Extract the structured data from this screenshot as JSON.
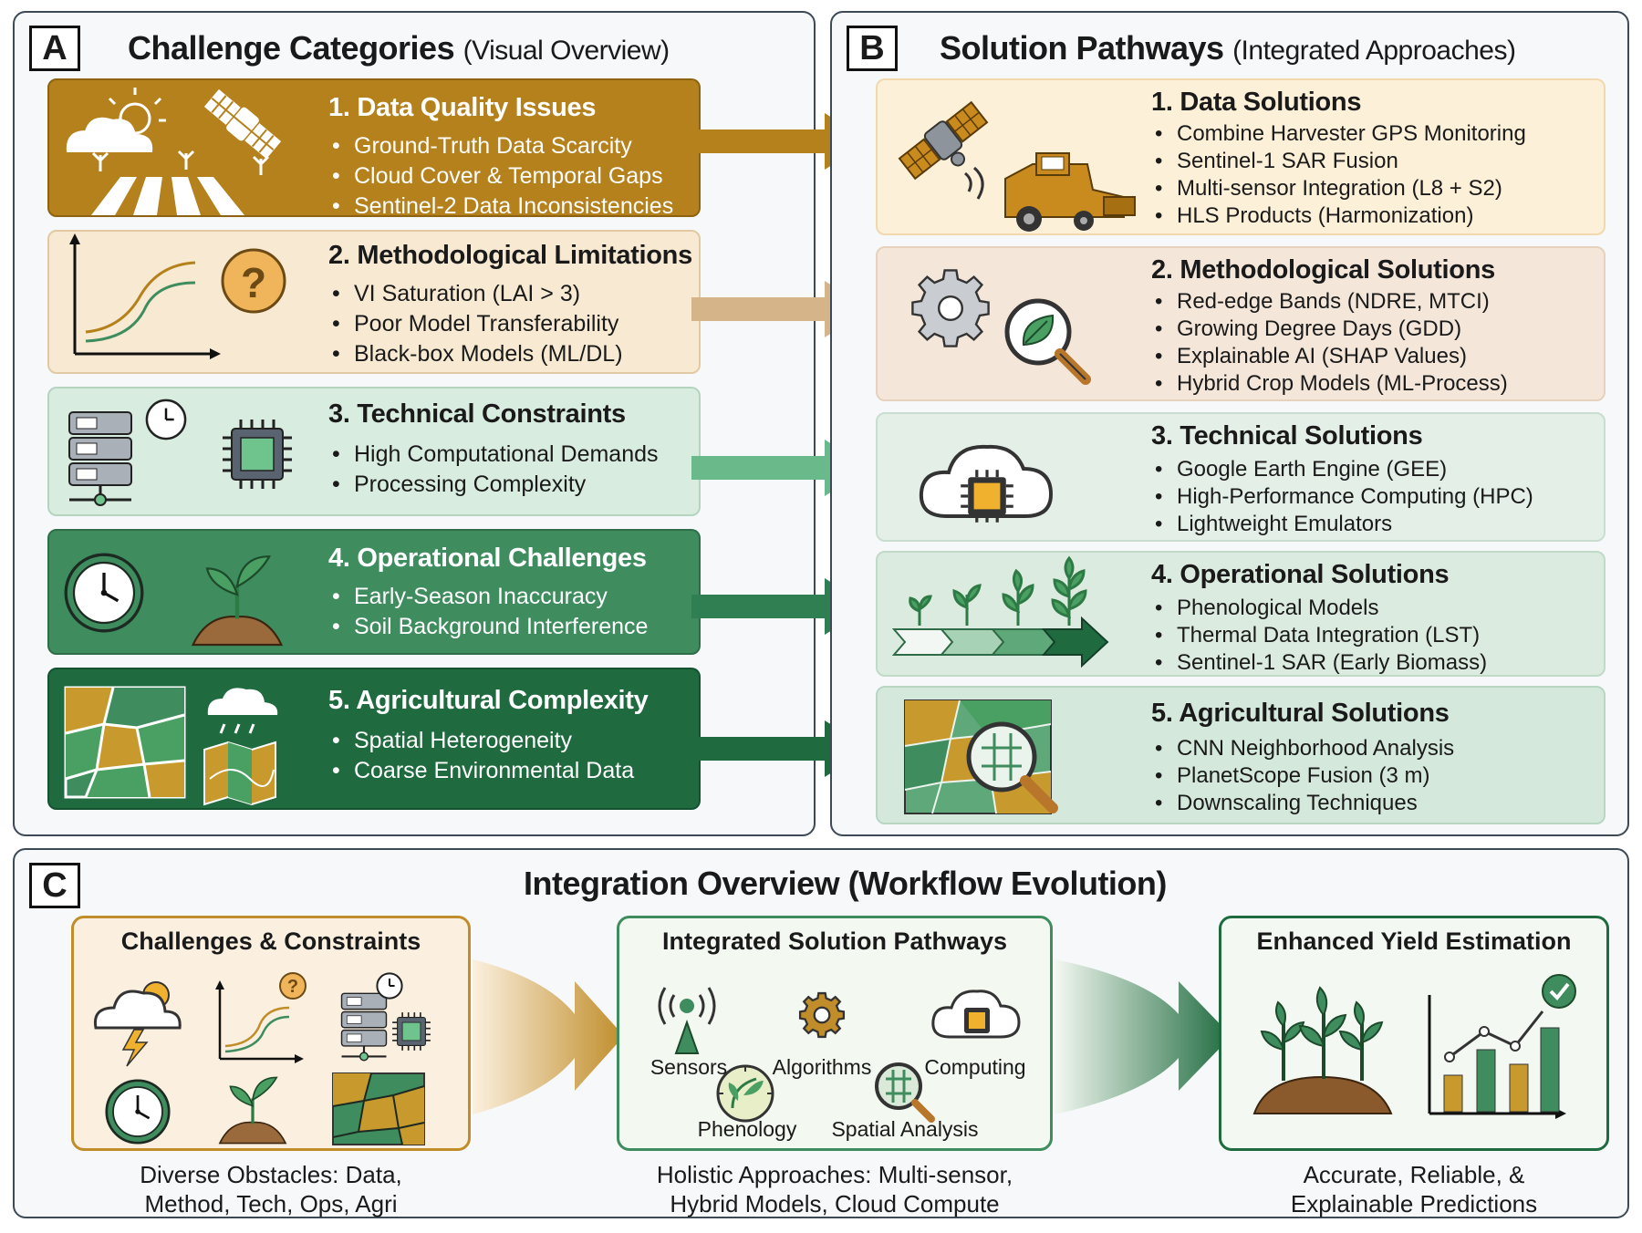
{
  "panel_a": {
    "letter": "A",
    "title": "Challenge Categories",
    "subtitle": "(Visual Overview)",
    "cards": [
      {
        "title": "1. Data Quality Issues",
        "items": [
          "Ground-Truth Data Scarcity",
          "Cloud Cover & Temporal Gaps",
          "Sentinel-2 Data Inconsistencies"
        ],
        "icons": [
          "cloud-sun-icon",
          "satellite-icon",
          "crop-field-icon"
        ]
      },
      {
        "title": "2. Methodological Limitations",
        "items": [
          "VI Saturation (LAI > 3)",
          "Poor Model Transferability",
          "Black-box Models (ML/DL)"
        ],
        "icons": [
          "curve-graph-icon",
          "question-icon"
        ]
      },
      {
        "title": "3. Technical Constraints",
        "items": [
          "High Computational Demands",
          "Processing Complexity"
        ],
        "icons": [
          "server-icon",
          "clock-icon",
          "chip-icon"
        ]
      },
      {
        "title": "4. Operational Challenges",
        "items": [
          "Early-Season Inaccuracy",
          "Soil Background Interference"
        ],
        "icons": [
          "clock-icon",
          "seedling-icon"
        ]
      },
      {
        "title": "5. Agricultural Complexity",
        "items": [
          "Spatial Heterogeneity",
          "Coarse Environmental Data"
        ],
        "icons": [
          "field-map-icon",
          "rain-cloud-icon",
          "folded-map-icon"
        ]
      }
    ]
  },
  "panel_b": {
    "letter": "B",
    "title": "Solution Pathways",
    "subtitle": "(Integrated Approaches)",
    "cards": [
      {
        "title": "1. Data Solutions",
        "items": [
          "Combine Harvester GPS Monitoring",
          "Sentinel-1 SAR Fusion",
          "Multi-sensor Integration (L8 + S2)",
          "HLS Products (Harmonization)"
        ],
        "icons": [
          "satellite-icon",
          "harvester-icon"
        ]
      },
      {
        "title": "2. Methodological Solutions",
        "items": [
          "Red-edge Bands (NDRE, MTCI)",
          "Growing Degree Days (GDD)",
          "Explainable AI (SHAP Values)",
          "Hybrid Crop Models (ML-Process)"
        ],
        "icons": [
          "gear-icon",
          "leaf-magnifier-icon"
        ]
      },
      {
        "title": "3. Technical Solutions",
        "items": [
          "Google Earth Engine (GEE)",
          "High-Performance Computing (HPC)",
          "Lightweight Emulators"
        ],
        "icons": [
          "cloud-chip-icon"
        ]
      },
      {
        "title": "4. Operational Solutions",
        "items": [
          "Phenological Models",
          "Thermal Data Integration (LST)",
          "Sentinel-1 SAR (Early Biomass)"
        ],
        "icons": [
          "growth-stages-icon"
        ]
      },
      {
        "title": "5. Agricultural Solutions",
        "items": [
          "CNN Neighborhood Analysis",
          "PlanetScope Fusion (3 m)",
          "Downscaling Techniques"
        ],
        "icons": [
          "map-magnifier-icon"
        ]
      }
    ]
  },
  "panel_c": {
    "letter": "C",
    "title": "Integration Overview (Workflow Evolution)",
    "boxes": [
      {
        "title": "Challenges & Constraints",
        "caption": [
          "Diverse Obstacles: Data,",
          "Method, Tech, Ops, Agri"
        ]
      },
      {
        "title": "Integrated Solution Pathways",
        "caption": [
          "Holistic Approaches: Multi-sensor,",
          "Hybrid Models, Cloud Compute"
        ],
        "icon_labels": [
          "Sensors",
          "Algorithms",
          "Computing",
          "Phenology",
          "Spatial Analysis"
        ]
      },
      {
        "title": "Enhanced Yield Estimation",
        "caption": [
          "Accurate, Reliable, &",
          "Explainable Predictions"
        ]
      }
    ]
  },
  "colors": {
    "gold_dark": "#b5811c",
    "gold_light": "#f8ead2",
    "tan_light": "#f3e5d4",
    "mint": "#d8ece0",
    "green_mid": "#3f8d5f",
    "green_dark": "#1f6b3f",
    "solution_gold": "#fdf0d8",
    "solution_tan": "#f4e7da",
    "solution_mint": "#e4efe8",
    "solution_green": "#dcebdf",
    "solution_green2": "#d4e8db"
  }
}
